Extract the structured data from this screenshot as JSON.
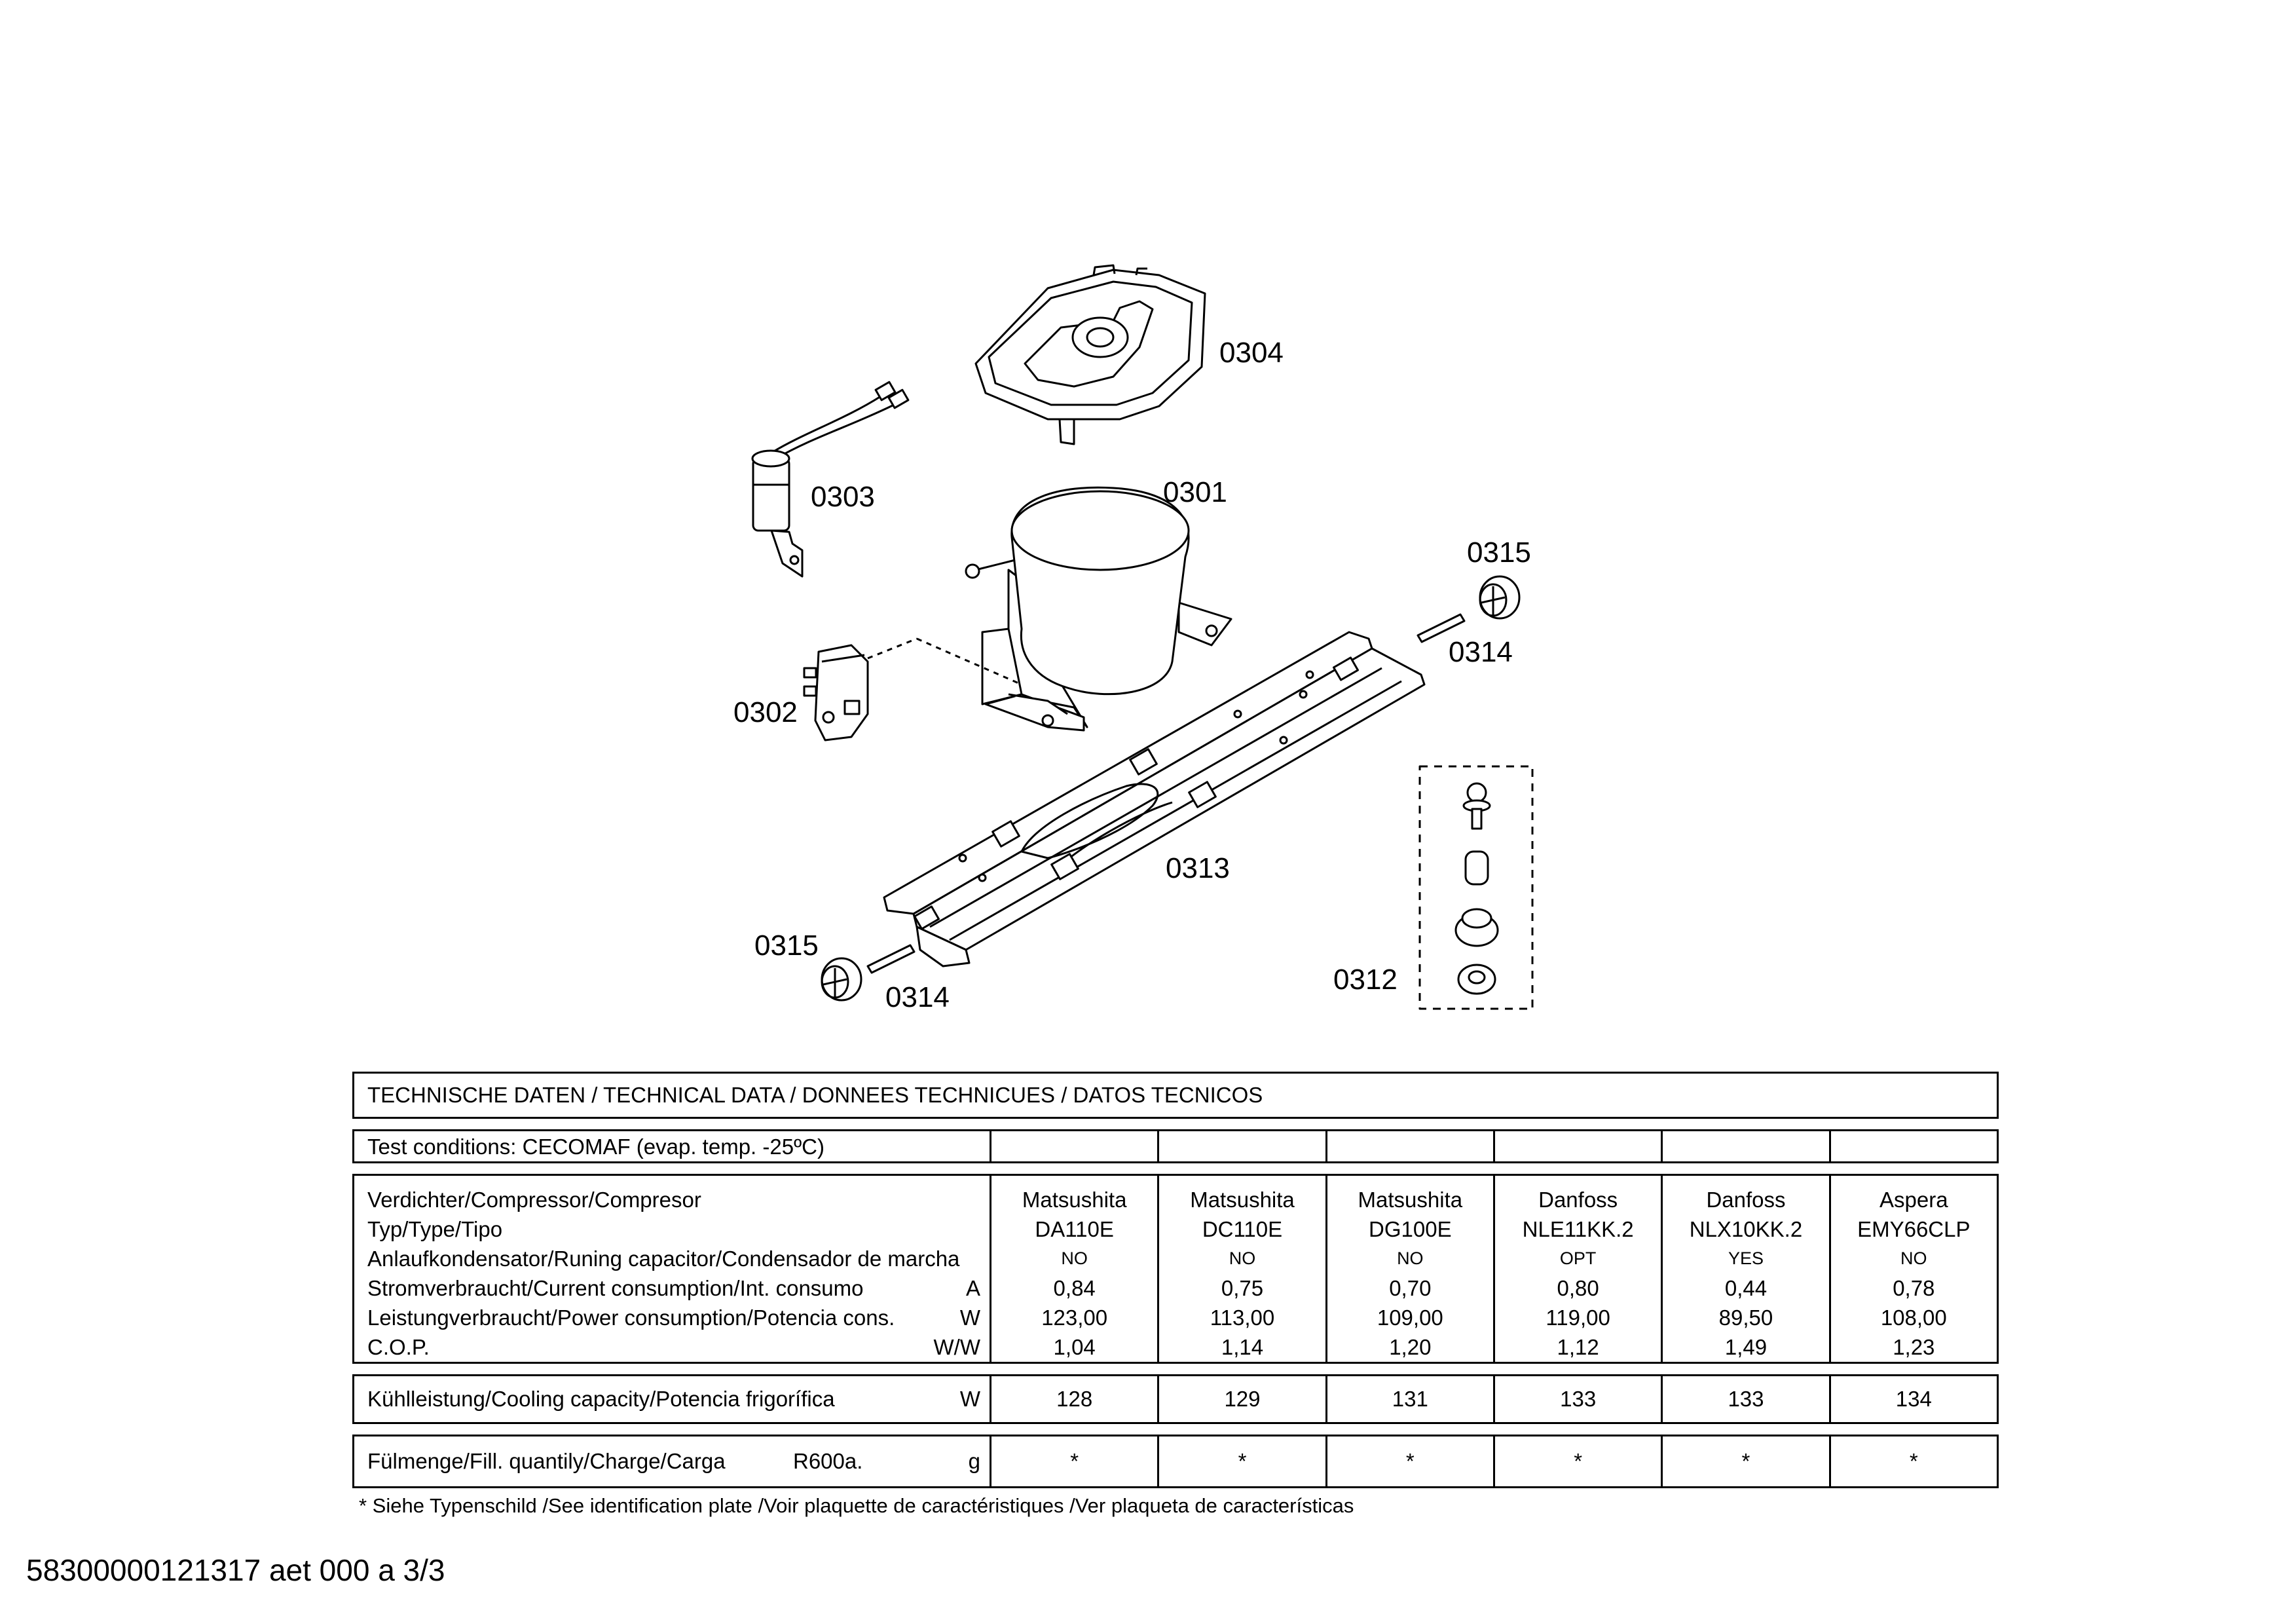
{
  "part_labels": {
    "p0301": "0301",
    "p0302": "0302",
    "p0303": "0303",
    "p0304": "0304",
    "p0312": "0312",
    "p0313": "0313",
    "p0314a": "0314",
    "p0314b": "0314",
    "p0315a": "0315",
    "p0315b": "0315"
  },
  "table": {
    "title": "TECHNISCHE DATEN / TECHNICAL DATA / DONNEES TECHNICUES / DATOS TECNICOS",
    "test_conditions": "Test conditions:  CECOMAF (evap. temp. -25ºC)",
    "rows": {
      "compressor": "Verdichter/Compressor/Compresor",
      "type": "Typ/Type/Tipo",
      "capacitor": "Anlaufkondensator/Runing capacitor/Condensador de marcha",
      "current": "Stromverbraucht/Current consumption/Int. consumo",
      "current_unit": "A",
      "power": "Leistungverbraucht/Power consumption/Potencia cons.",
      "power_unit": "W",
      "cop": "C.O.P.",
      "cop_unit": "W/W",
      "cooling": "Kühlleistung/Cooling capacity/Potencia frigorífica",
      "cooling_unit": "W",
      "fill": "Fülmenge/Fill. quantily/Charge/Carga",
      "refrigerant": "R600a.",
      "fill_unit": "g"
    },
    "columns": [
      {
        "make": "Matsushita",
        "type": "DA110E",
        "capacitor": "NO",
        "current": "0,84",
        "power": "123,00",
        "cop": "1,04",
        "cooling": "128",
        "fill": "*"
      },
      {
        "make": "Matsushita",
        "type": "DC110E",
        "capacitor": "NO",
        "current": "0,75",
        "power": "113,00",
        "cop": "1,14",
        "cooling": "129",
        "fill": "*"
      },
      {
        "make": "Matsushita",
        "type": "DG100E",
        "capacitor": "NO",
        "current": "0,70",
        "power": "109,00",
        "cop": "1,20",
        "cooling": "131",
        "fill": "*"
      },
      {
        "make": "Danfoss",
        "type": "NLE11KK.2",
        "capacitor": "OPT",
        "current": "0,80",
        "power": "119,00",
        "cop": "1,12",
        "cooling": "133",
        "fill": "*"
      },
      {
        "make": "Danfoss",
        "type": "NLX10KK.2",
        "capacitor": "YES",
        "current": "0,44",
        "power": "89,50",
        "cop": "1,49",
        "cooling": "133",
        "fill": "*"
      },
      {
        "make": "Aspera",
        "type": "EMY66CLP",
        "capacitor": "NO",
        "current": "0,78",
        "power": "108,00",
        "cop": "1,23",
        "cooling": "134",
        "fill": "*"
      }
    ]
  },
  "footnote": "* Siehe Typenschild /See identification plate /Voir plaquette de caractéristiques /Ver plaqueta de características",
  "document_id": "58300000121317 aet 000 a 3/3"
}
